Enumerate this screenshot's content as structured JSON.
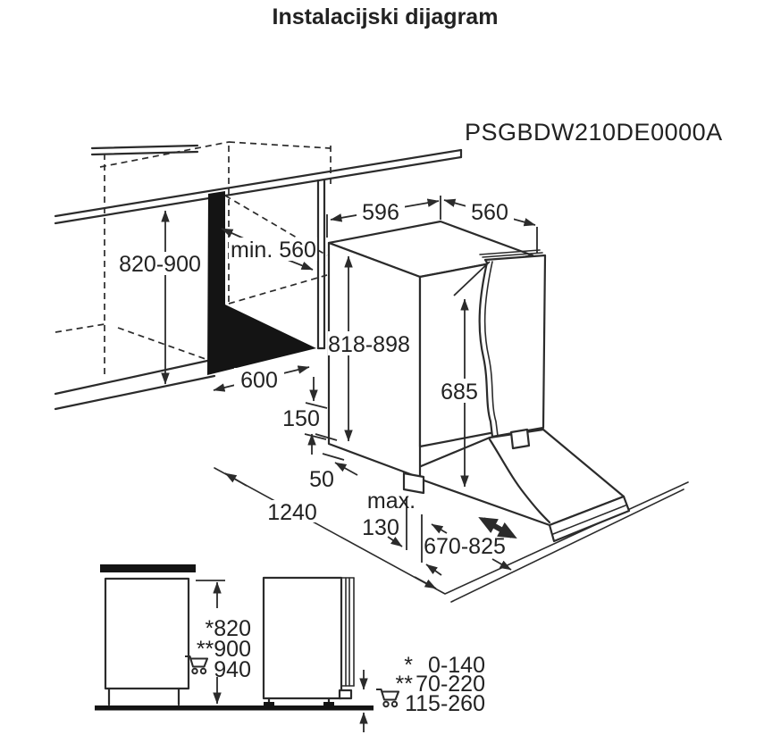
{
  "title": "Instalacijski dijagram",
  "model": "PSGBDW210DE0000A",
  "colors": {
    "line": "#2b2b2b",
    "fill_dark": "#141414",
    "background": "#ffffff"
  },
  "dimensions": {
    "niche_height": "820-900",
    "niche_depth": "min. 560",
    "niche_width": "600",
    "appliance_width": "596",
    "appliance_depth": "560",
    "appliance_height": "818-898",
    "door_panel_height": "685",
    "plinth_height": "150",
    "base_setback": "50",
    "open_depth_total": "1240",
    "plinth_recess": {
      "line1": "max.",
      "line2": "130"
    },
    "door_slide_range": "670-825"
  },
  "height_table": {
    "rows": [
      {
        "marker": "*",
        "value": "820"
      },
      {
        "marker": "**",
        "value": "900"
      },
      {
        "marker": "cart-icon",
        "value": "940"
      }
    ]
  },
  "gap_table": {
    "rows": [
      {
        "marker": "*",
        "value": "0-140"
      },
      {
        "marker": "**",
        "value": "70-220"
      },
      {
        "marker": "cart-icon",
        "value": "115-260"
      }
    ]
  }
}
